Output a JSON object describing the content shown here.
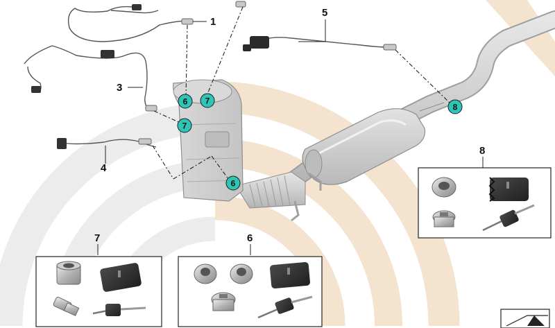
{
  "diagram": {
    "title": "Exhaust sensor repair kit parts diagram",
    "part_labels": {
      "sensor_1": "1",
      "sensor_3": "3",
      "sensor_4": "4",
      "sensor_5": "5",
      "kit_6": "6",
      "kit_7": "7",
      "kit_8": "8"
    },
    "callouts": {
      "c6_top": "6",
      "c7_top": "7",
      "c7_mid": "7",
      "c6_low": "6",
      "c8": "8"
    },
    "colors": {
      "callout_fill": "#2ec4b6",
      "part_gray": "#c8c8c8",
      "watermark_gray": "#ececec",
      "watermark_beige": "#f3e3cf"
    }
  }
}
